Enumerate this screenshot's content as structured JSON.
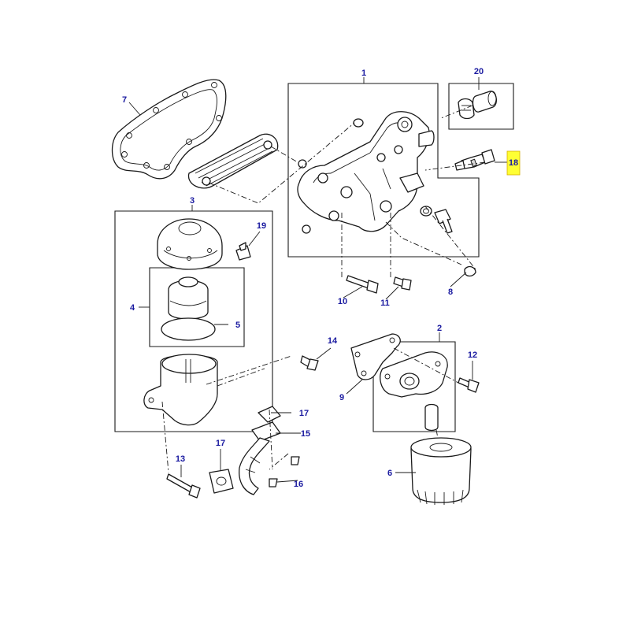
{
  "callouts": {
    "c1": "1",
    "c2": "2",
    "c3": "3",
    "c4": "4",
    "c5": "5",
    "c6": "6",
    "c7": "7",
    "c8": "8",
    "c9": "9",
    "c10": "10",
    "c11": "11",
    "c12": "12",
    "c13": "13",
    "c14": "14",
    "c15": "15",
    "c16": "16",
    "c17a": "17",
    "c17b": "17",
    "c18": "18",
    "c19": "19",
    "c20": "20"
  },
  "colors": {
    "callout_text": "#1a1aa0",
    "highlight": "#ffff33",
    "line": "#1a1a1a"
  },
  "highlighted_callout": "18"
}
